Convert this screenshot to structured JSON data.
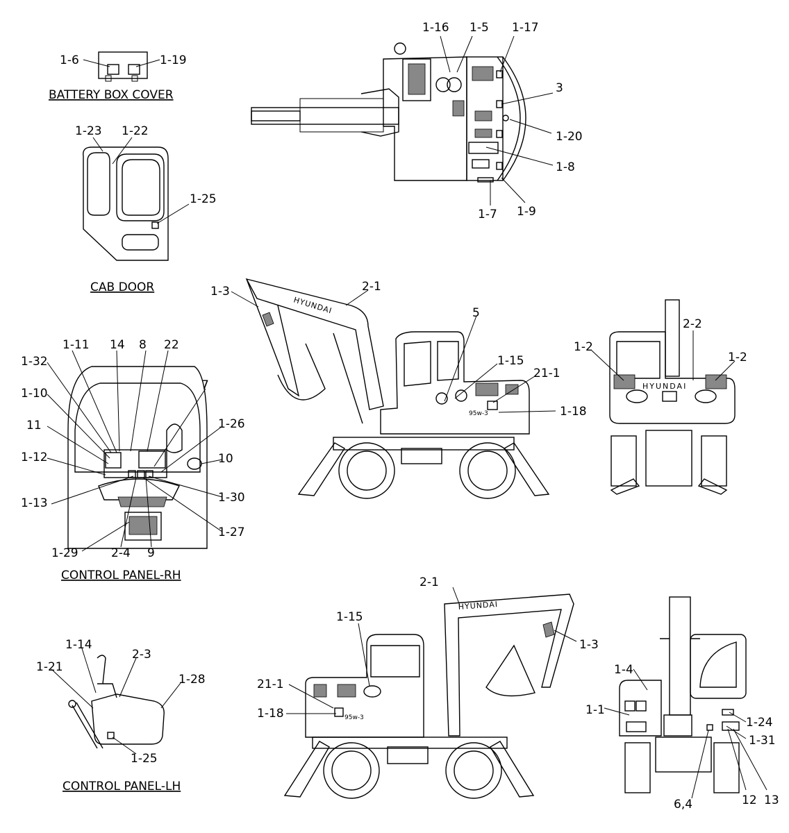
{
  "captions": {
    "battery_box_cover": "BATTERY BOX COVER",
    "cab_door": "CAB DOOR",
    "control_panel_rh": "CONTROL PANEL-RH",
    "control_panel_lh": "CONTROL PANEL-LH"
  },
  "brand": "HYUNDAI",
  "model_badge": "95w-3",
  "callouts": {
    "battery": [
      "1-6",
      "1-19"
    ],
    "cab_door": [
      "1-23",
      "1-22",
      "1-25"
    ],
    "top_view": [
      "1-16",
      "1-5",
      "1-17",
      "3",
      "1-20",
      "1-8",
      "1-7",
      "1-9"
    ],
    "side_view_right": [
      "1-3",
      "2-1",
      "5",
      "1-15",
      "21-1",
      "1-18"
    ],
    "rear_view": [
      "1-2",
      "2-2",
      "1-2"
    ],
    "control_panel_rh": [
      "1-32",
      "1-11",
      "14",
      "8",
      "22",
      "1-10",
      "7",
      "11",
      "1-26",
      "1-12",
      "10",
      "1-13",
      "1-30",
      "1-27",
      "1-29",
      "2-4",
      "9"
    ],
    "control_panel_lh": [
      "1-14",
      "2-3",
      "1-21",
      "1-28",
      "1-25"
    ],
    "side_view_left": [
      "2-1",
      "1-15",
      "1-3",
      "21-1",
      "1-18"
    ],
    "front_view": [
      "1-4",
      "1-1",
      "1-24",
      "1-31",
      "6,4",
      "12",
      "13"
    ]
  }
}
